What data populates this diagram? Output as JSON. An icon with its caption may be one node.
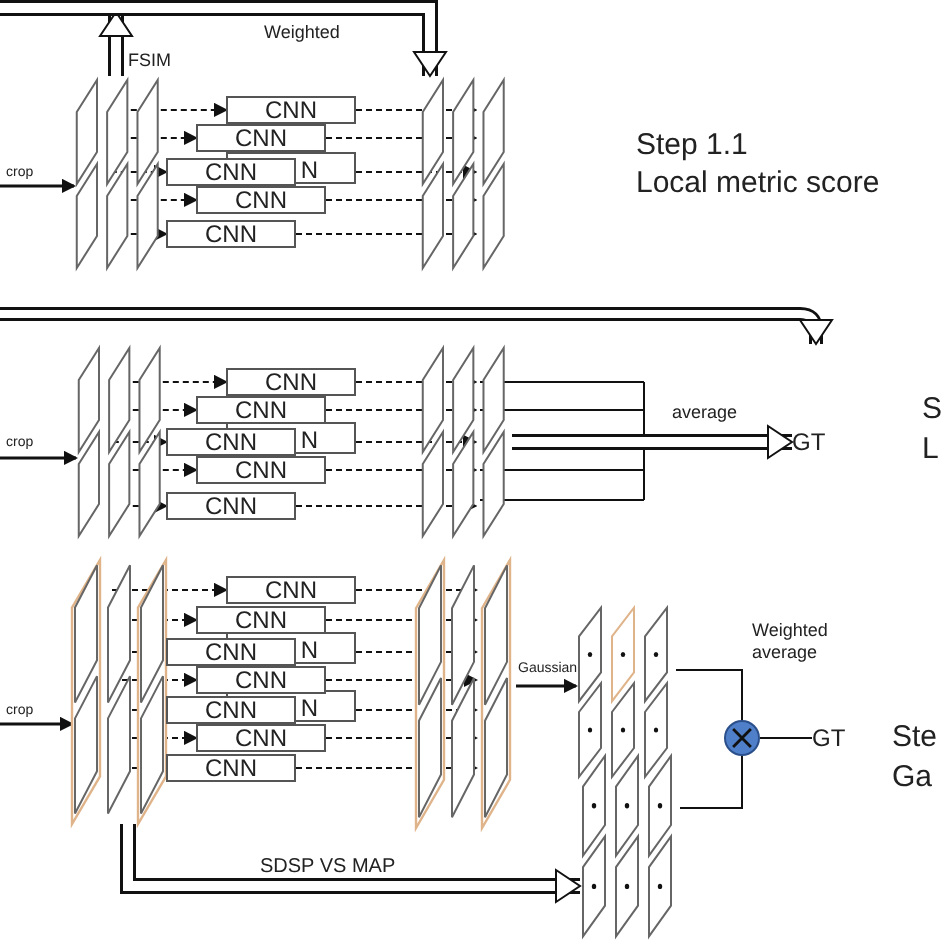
{
  "diagram": {
    "nodes": [
      {
        "text": [],
        "shape": "box"
      },
      {
        "text": [
          "CNN"
        ]
      },
      {
        "text": [
          "CNN"
        ]
      },
      {
        "text": [
          "CNN"
        ]
      },
      {
        "text": [
          "CNN"
        ]
      },
      {
        "text": [
          "CNN"
        ]
      },
      {
        "text": [],
        "shape": "box"
      },
      {
        "text": [],
        "shape": "box"
      },
      {
        "text": [
          "CNN"
        ]
      },
      {
        "text": [
          "CNN"
        ]
      },
      {
        "text": [
          "CNN"
        ]
      },
      {
        "text": [
          "CNN"
        ]
      },
      {
        "text": [
          "CNN"
        ]
      },
      {
        "text": [],
        "shape": "box"
      },
      {
        "text": [
          "GT"
        ]
      },
      {
        "text": [],
        "shape": "box"
      },
      {
        "text": [
          "CNN"
        ]
      },
      {
        "text": [
          "CNN"
        ]
      },
      {
        "text": [
          "CNN"
        ]
      },
      {
        "text": [
          "CNN"
        ]
      },
      {
        "text": [
          "CNN"
        ]
      },
      {
        "text": [
          "CNN"
        ]
      },
      {
        "text": [
          "CNN"
        ]
      },
      {
        "text": [],
        "shape": "box"
      },
      {
        "text": [],
        "shape": "box"
      },
      {
        "text": [],
        "shape": "box"
      },
      {
        "text": [],
        "shape": "circle"
      },
      {
        "text": [
          "GT"
        ]
      }
    ],
    "edges": [
      {
        "from": null,
        "to": 0,
        "arrow": "to",
        "label": "crop"
      },
      {
        "from": 0,
        "to": null,
        "arrow": "to",
        "label": "FSIM",
        "style": "thick"
      },
      {
        "from": null,
        "to": 6,
        "arrow": "to",
        "label": "Weighted",
        "style": "thick"
      },
      {
        "from": 0,
        "to": 1,
        "arrow": "to",
        "style": "dashed"
      },
      {
        "from": 1,
        "to": 6,
        "arrow": "to",
        "style": "dashed"
      },
      {
        "from": 0,
        "to": 2,
        "arrow": "to",
        "style": "dashed"
      },
      {
        "from": 2,
        "to": 6,
        "arrow": "to",
        "style": "dashed"
      },
      {
        "from": 0,
        "to": 3,
        "arrow": "to",
        "style": "dashed"
      },
      {
        "from": 3,
        "to": 6,
        "arrow": "to",
        "style": "dashed"
      },
      {
        "from": 0,
        "to": 4,
        "arrow": "to",
        "style": "dashed"
      },
      {
        "from": 4,
        "to": 6,
        "arrow": "to",
        "style": "dashed"
      },
      {
        "from": 0,
        "to": 5,
        "arrow": "to",
        "style": "dashed"
      },
      {
        "from": 5,
        "to": 6,
        "arrow": "to",
        "style": "dashed"
      },
      {
        "from": null,
        "to": 7,
        "arrow": "to",
        "label": "crop"
      },
      {
        "from": 7,
        "to": 8,
        "arrow": "to",
        "style": "dashed"
      },
      {
        "from": 8,
        "to": 13,
        "arrow": "to",
        "style": "dashed"
      },
      {
        "from": 7,
        "to": 9,
        "arrow": "to",
        "style": "dashed"
      },
      {
        "from": 9,
        "to": 13,
        "arrow": "to",
        "style": "dashed"
      },
      {
        "from": 7,
        "to": 10,
        "arrow": "to",
        "style": "dashed"
      },
      {
        "from": 10,
        "to": 13,
        "arrow": "to",
        "style": "dashed"
      },
      {
        "from": 7,
        "to": 11,
        "arrow": "to",
        "style": "dashed"
      },
      {
        "from": 11,
        "to": 13,
        "arrow": "to",
        "style": "dashed"
      },
      {
        "from": 7,
        "to": 12,
        "arrow": "to",
        "style": "dashed"
      },
      {
        "from": 12,
        "to": 13,
        "arrow": "to",
        "style": "dashed"
      },
      {
        "from": 13,
        "to": 14,
        "arrow": "to",
        "label": "average",
        "style": "thick"
      },
      {
        "from": null,
        "to": 15,
        "arrow": "to",
        "label": "crop"
      },
      {
        "from": 15,
        "to": 16,
        "arrow": "to",
        "style": "dashed"
      },
      {
        "from": 16,
        "to": 23,
        "arrow": "to",
        "style": "dashed"
      },
      {
        "from": 15,
        "to": 17,
        "arrow": "to",
        "style": "dashed"
      },
      {
        "from": 17,
        "to": 23,
        "arrow": "to",
        "style": "dashed"
      },
      {
        "from": 15,
        "to": 18,
        "arrow": "to",
        "style": "dashed"
      },
      {
        "from": 18,
        "to": 23,
        "arrow": "to",
        "style": "dashed"
      },
      {
        "from": 15,
        "to": 19,
        "arrow": "to",
        "style": "dashed"
      },
      {
        "from": 19,
        "to": 23,
        "arrow": "to",
        "style": "dashed"
      },
      {
        "from": 15,
        "to": 20,
        "arrow": "to",
        "style": "dashed"
      },
      {
        "from": 20,
        "to": 23,
        "arrow": "to",
        "style": "dashed"
      },
      {
        "from": 15,
        "to": 21,
        "arrow": "to",
        "style": "dashed"
      },
      {
        "from": 21,
        "to": 23,
        "arrow": "to",
        "style": "dashed"
      },
      {
        "from": 15,
        "to": 22,
        "arrow": "to",
        "style": "dashed"
      },
      {
        "from": 22,
        "to": 23,
        "arrow": "to",
        "style": "dashed"
      },
      {
        "from": 23,
        "to": 24,
        "arrow": "to",
        "label": "Gaussian"
      },
      {
        "from": 15,
        "to": 25,
        "arrow": "to",
        "label": "SDSP VS MAP",
        "style": "thick"
      },
      {
        "from": 24,
        "to": 26,
        "arrow": "none"
      },
      {
        "from": 25,
        "to": 26,
        "arrow": "none"
      },
      {
        "from": 26,
        "to": 27,
        "arrow": "none"
      }
    ],
    "labels": [
      "Step 1.1",
      "Local metric score",
      "N",
      "N",
      "S",
      "L",
      "N",
      "N",
      "Weighted average",
      "Ste",
      "Ga"
    ]
  }
}
